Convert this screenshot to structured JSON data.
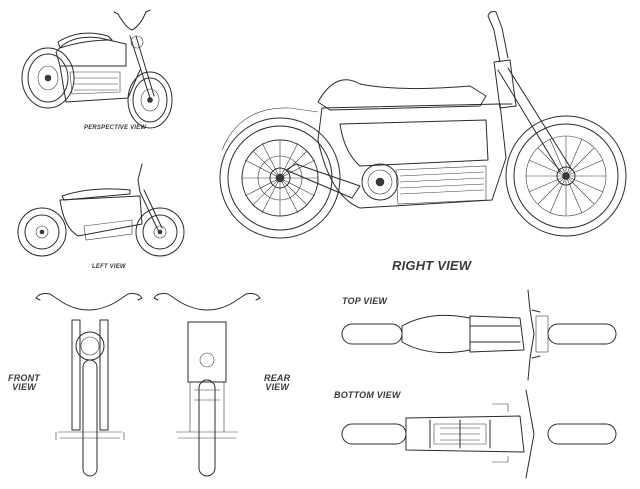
{
  "labels": {
    "perspective_view": "PERSPECTIVE VIEW",
    "left_view": "LEFT VIEW",
    "right_view": "RIGHT VIEW",
    "front_view_1": "FRONT",
    "front_view_2": "VIEW",
    "rear_view_1": "REAR",
    "rear_view_2": "VIEW",
    "top_view": "TOP VIEW",
    "bottom_view": "BOTTOM VIEW"
  },
  "colors": {
    "line": "#2b2b2b",
    "label": "#3a3a3a",
    "background": "#ffffff"
  }
}
